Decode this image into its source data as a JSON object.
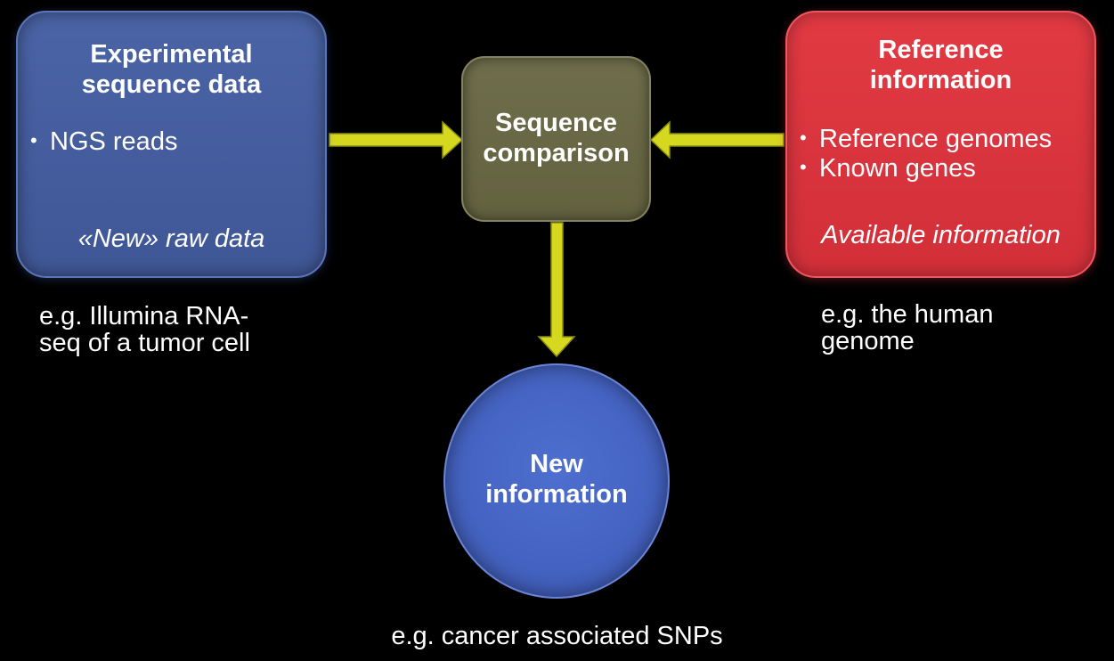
{
  "nodes": {
    "experimental": {
      "title": "Experimental\nsequence data",
      "bullets": [
        "NGS reads"
      ],
      "footer": "«New» raw data",
      "color": "#4a64a6"
    },
    "comparison": {
      "title": "Sequence\ncomparison",
      "color": "#6a694a"
    },
    "reference": {
      "title": "Reference\ninformation",
      "bullets": [
        "Reference genomes",
        "Known genes"
      ],
      "footer": "Available information",
      "color": "#e23a43"
    },
    "new_info": {
      "title": "New\ninformation",
      "color": "#4a68c8"
    }
  },
  "captions": {
    "experimental": "e.g. Illumina RNA-\nseq of a tumor cell",
    "reference": "e.g. the human\ngenome",
    "new_info": "e.g. cancer associated SNPs"
  },
  "edges": [
    {
      "from": "experimental",
      "to": "comparison"
    },
    {
      "from": "reference",
      "to": "comparison"
    },
    {
      "from": "comparison",
      "to": "new_info"
    }
  ],
  "arrow_color": "#d6d820"
}
